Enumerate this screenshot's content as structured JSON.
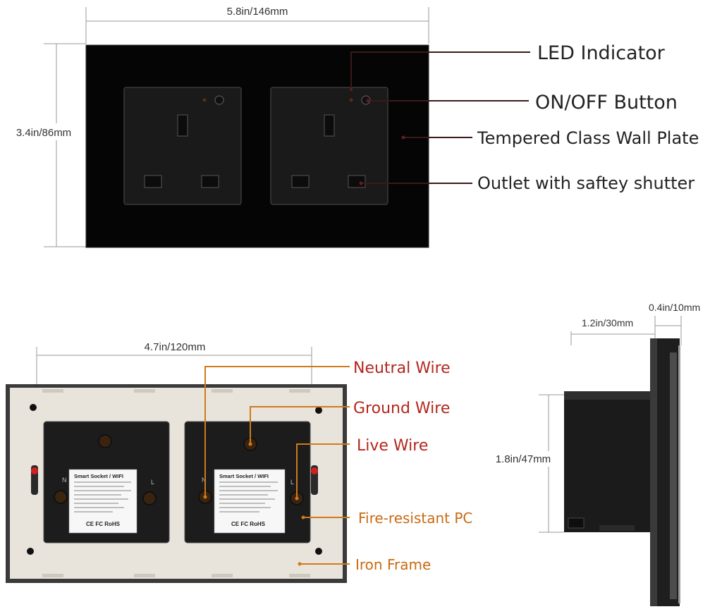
{
  "colors": {
    "plate": "#050505",
    "module": "#1a1a1a",
    "frame": "#e8e4dc",
    "red_label": "#b3261e",
    "orange_label": "#c96a12",
    "dim_line": "#9a9a9a"
  },
  "top": {
    "width_dim": "5.8in/146mm",
    "height_dim": "3.4in/86mm",
    "labels": {
      "led": "LED Indicator",
      "button": "ON/OFF Button",
      "plate": "Tempered Class Wall Plate",
      "outlet": "Outlet with saftey shutter"
    }
  },
  "back": {
    "width_dim": "4.7in/120mm",
    "labels": {
      "neutral": "Neutral Wire",
      "ground": "Ground Wire",
      "live": "Live Wire",
      "fire": "Fire-resistant PC",
      "iron": "Iron Frame"
    },
    "terminal_n": "N",
    "terminal_l": "L",
    "sticker": {
      "title": "Smart Socket / WIFI",
      "certs": "CE FC RoHS"
    }
  },
  "side": {
    "depth1": "0.4in/10mm",
    "depth2": "1.2in/30mm",
    "height": "1.8in/47mm"
  }
}
